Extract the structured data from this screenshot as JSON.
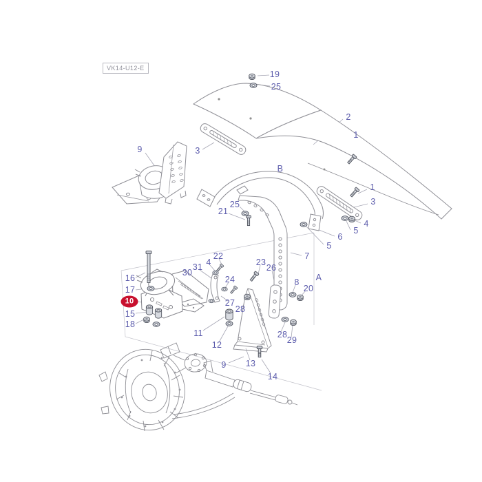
{
  "diagram_code": "VK14-U12-E",
  "highlighted_callout": "10",
  "colors": {
    "callout_text": "#5c5cac",
    "highlight_bg": "#c8102e",
    "highlight_text": "#ffffff",
    "line_art": "#8f8f96",
    "leader_line": "#a6a6b4",
    "frame_line": "#c2c2ca",
    "code_text": "#90909a"
  },
  "callouts": [
    {
      "id": "19"
    },
    {
      "id": "25"
    },
    {
      "id": "2"
    },
    {
      "id": "1"
    },
    {
      "id": "1"
    },
    {
      "id": "3"
    },
    {
      "id": "4"
    },
    {
      "id": "5"
    },
    {
      "id": "6"
    },
    {
      "id": "5"
    },
    {
      "id": "9"
    },
    {
      "id": "3"
    },
    {
      "id": "B"
    },
    {
      "id": "25"
    },
    {
      "id": "21"
    },
    {
      "id": "7"
    },
    {
      "id": "A"
    },
    {
      "id": "8"
    },
    {
      "id": "20"
    },
    {
      "id": "16"
    },
    {
      "id": "17"
    },
    {
      "id": "10",
      "highlighted": true
    },
    {
      "id": "15"
    },
    {
      "id": "18"
    },
    {
      "id": "22"
    },
    {
      "id": "4"
    },
    {
      "id": "31"
    },
    {
      "id": "30"
    },
    {
      "id": "24"
    },
    {
      "id": "23"
    },
    {
      "id": "26"
    },
    {
      "id": "27"
    },
    {
      "id": "28"
    },
    {
      "id": "11"
    },
    {
      "id": "12"
    },
    {
      "id": "9"
    },
    {
      "id": "13"
    },
    {
      "id": "14"
    },
    {
      "id": "28"
    },
    {
      "id": "29"
    }
  ]
}
